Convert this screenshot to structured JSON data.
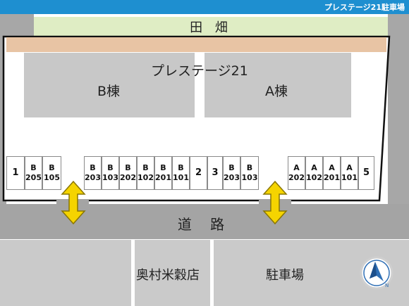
{
  "header": {
    "title": "プレステージ21駐車場"
  },
  "map": {
    "field_label": "田 畑",
    "building_name": "プレステージ21",
    "building_b": "B棟",
    "building_a": "A棟",
    "road_label": "道 路",
    "shop_label": "奥村米穀店",
    "parking_label": "駐車場"
  },
  "stalls": [
    {
      "line1": "1",
      "line2": ""
    },
    {
      "line1": "B",
      "line2": "205"
    },
    {
      "line1": "B",
      "line2": "105"
    },
    {
      "line1": "B",
      "line2": "203"
    },
    {
      "line1": "B",
      "line2": "103"
    },
    {
      "line1": "B",
      "line2": "202"
    },
    {
      "line1": "B",
      "line2": "102"
    },
    {
      "line1": "B",
      "line2": "201"
    },
    {
      "line1": "B",
      "line2": "101"
    },
    {
      "line1": "2",
      "line2": ""
    },
    {
      "line1": "3",
      "line2": ""
    },
    {
      "line1": "B",
      "line2": "203"
    },
    {
      "line1": "B",
      "line2": "103"
    },
    {
      "line1": "A",
      "line2": "202"
    },
    {
      "line1": "A",
      "line2": "102"
    },
    {
      "line1": "A",
      "line2": "201"
    },
    {
      "line1": "A",
      "line2": "101"
    },
    {
      "line1": "5",
      "line2": ""
    }
  ],
  "icons": {
    "entrance_arrow": "double-arrow-vertical-icon",
    "compass": "compass-north-icon"
  },
  "colors": {
    "header": "#1e8fd0",
    "field": "#dfedc4",
    "border_strip": "#e8c4a4",
    "arrow": "#f5d400",
    "building": "#c8c8c8",
    "compass": "#2f6fb5"
  }
}
